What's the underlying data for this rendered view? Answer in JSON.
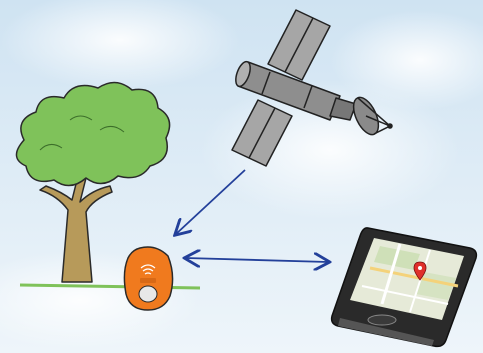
{
  "scene": {
    "description_elements": [
      "satellite",
      "tree",
      "gps-tracker",
      "smartphone-map"
    ],
    "colors": {
      "sky_top": "#cfe3f2",
      "sky_bottom": "#eef5fa",
      "arrow": "#23409a",
      "tracker": "#f07a1e",
      "tree_leaves": "#7fc25a",
      "tree_trunk": "#b79a5a",
      "satellite_body": "#9a9a9a",
      "phone_body": "#2a2a2a",
      "map_pin": "#e0302a"
    }
  }
}
